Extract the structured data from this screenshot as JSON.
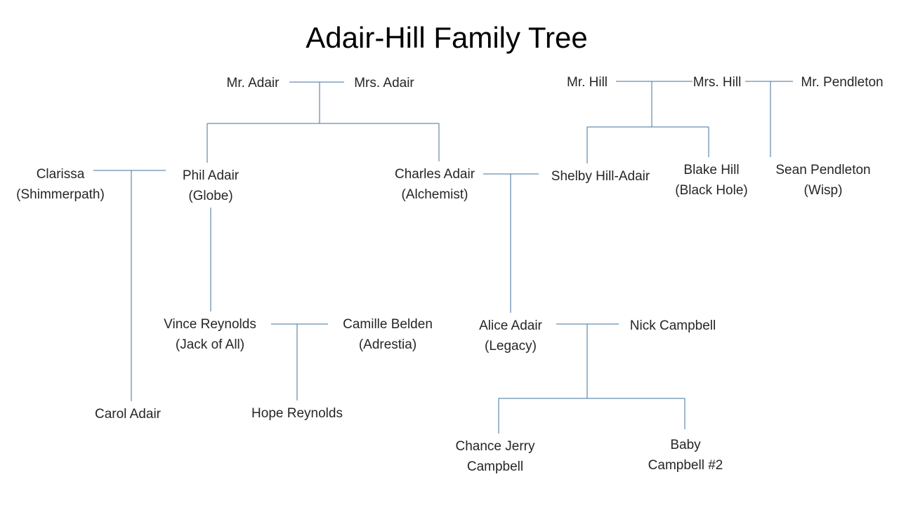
{
  "title": "Adair-Hill Family Tree",
  "colors": {
    "line": "#41719c",
    "text": "#262626",
    "background": "#ffffff"
  },
  "people": {
    "mr_adair": {
      "line1": "Mr. Adair"
    },
    "mrs_adair": {
      "line1": "Mrs. Adair"
    },
    "mr_hill": {
      "line1": "Mr. Hill"
    },
    "mrs_hill": {
      "line1": "Mrs. Hill"
    },
    "mr_pendleton": {
      "line1": "Mr. Pendleton"
    },
    "clarissa": {
      "line1": "Clarissa",
      "line2": "(Shimmerpath)"
    },
    "phil_adair": {
      "line1": "Phil Adair",
      "line2": "(Globe)"
    },
    "charles_adair": {
      "line1": "Charles Adair",
      "line2": "(Alchemist)"
    },
    "shelby_hill_adair": {
      "line1": "Shelby Hill-Adair"
    },
    "blake_hill": {
      "line1": "Blake Hill",
      "line2": "(Black Hole)"
    },
    "sean_pendleton": {
      "line1": "Sean Pendleton",
      "line2": "(Wisp)"
    },
    "vince_reynolds": {
      "line1": "Vince Reynolds",
      "line2": "(Jack of All)"
    },
    "camille_belden": {
      "line1": "Camille Belden",
      "line2": "(Adrestia)"
    },
    "alice_adair": {
      "line1": "Alice Adair",
      "line2": "(Legacy)"
    },
    "nick_campbell": {
      "line1": "Nick Campbell"
    },
    "carol_adair": {
      "line1": "Carol Adair"
    },
    "hope_reynolds": {
      "line1": "Hope Reynolds"
    },
    "chance_jerry_campbell": {
      "line1": "Chance Jerry",
      "line2": "Campbell"
    },
    "baby_campbell_2": {
      "line1": "Baby",
      "line2": "Campbell #2"
    }
  }
}
